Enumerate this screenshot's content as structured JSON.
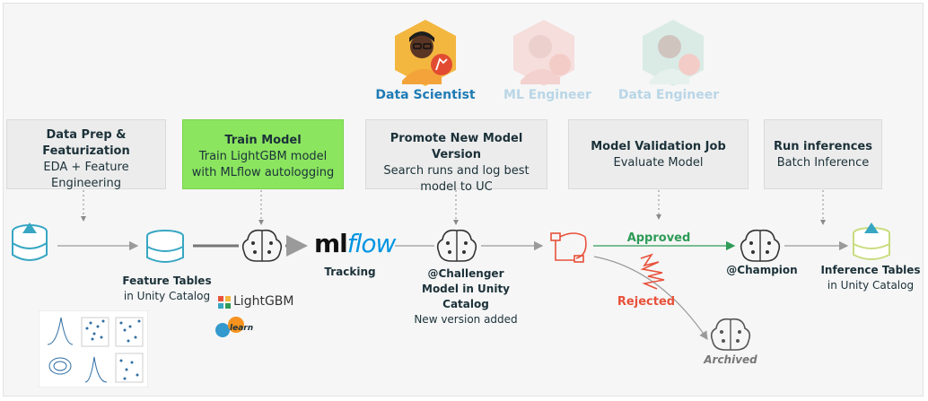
{
  "personas": [
    {
      "name": "Data Scientist",
      "color": "#1f7bb5"
    },
    {
      "name": "ML Engineer",
      "color": "#b9d6e7"
    },
    {
      "name": "Data Engineer",
      "color": "#b9d6e7"
    }
  ],
  "stages": [
    {
      "title": "Data Prep &",
      "title2": "Featurization",
      "line1": "EDA + Feature",
      "line2": "Engineering"
    },
    {
      "title": "Train Model",
      "line1": "Train LightGBM model",
      "line2": "with MLflow autologging"
    },
    {
      "title": "Promote New Model Version",
      "line1": "Search runs and log best",
      "line2": "model to UC"
    },
    {
      "title": "Model Validation Job",
      "line1": "Evaluate Model"
    },
    {
      "title": "Run inferences",
      "line1": "Batch Inference"
    }
  ],
  "nodes": {
    "feature_tables_title": "Feature Tables",
    "feature_tables_sub": "in Unity Catalog",
    "mlflow_logo_ml": "ml",
    "mlflow_logo_flow": "flow",
    "tracking": "Tracking",
    "challenger": "@Challenger",
    "challenger_sub": "Model in Unity Catalog",
    "challenger_sub2": "New version added",
    "approved": "Approved",
    "rejected": "Rejected",
    "champion": "@Champion",
    "archived": "Archived",
    "inference_title": "Inference Tables",
    "inference_sub": "in Unity Catalog",
    "lightgbm": "LightGBM",
    "sklearn": "learn"
  },
  "colors": {
    "teal": "#37a6c3",
    "dark": "#1b3139",
    "green": "#2e9b57",
    "red": "#e8513a",
    "highlight": "#8be55f",
    "lime": "#c9dc7e"
  }
}
